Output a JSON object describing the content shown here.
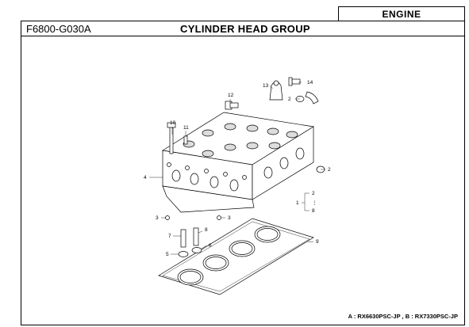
{
  "header": {
    "section": "ENGINE",
    "code": "F6800-G030A",
    "title": "CYLINDER HEAD GROUP"
  },
  "footnote": "A : RX6630PSC-JP , B : RX7330PSC-JP",
  "callouts": {
    "p1": "1",
    "p2a": "2",
    "p2b": "2",
    "p2c": "2",
    "p3a": "3",
    "p3b": "3",
    "p4": "4",
    "p5": "5",
    "p6": "6",
    "p7": "7",
    "p8a": "8",
    "p8b": "8",
    "p9": "9",
    "p10": "10",
    "p11": "11",
    "p12": "12",
    "p13": "13",
    "p14": "14",
    "sep": "⋮"
  }
}
